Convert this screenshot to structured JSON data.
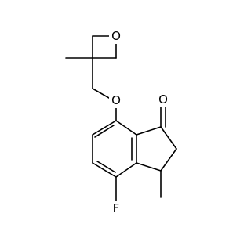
{
  "molecule": {
    "atom_labels": {
      "oxetane_oxygen": "O",
      "ether_oxygen": "O",
      "ketone_oxygen": "O",
      "fluorine": "F"
    },
    "colors": {
      "bond": "#000000",
      "label": "#000000",
      "background": "#ffffff"
    }
  }
}
